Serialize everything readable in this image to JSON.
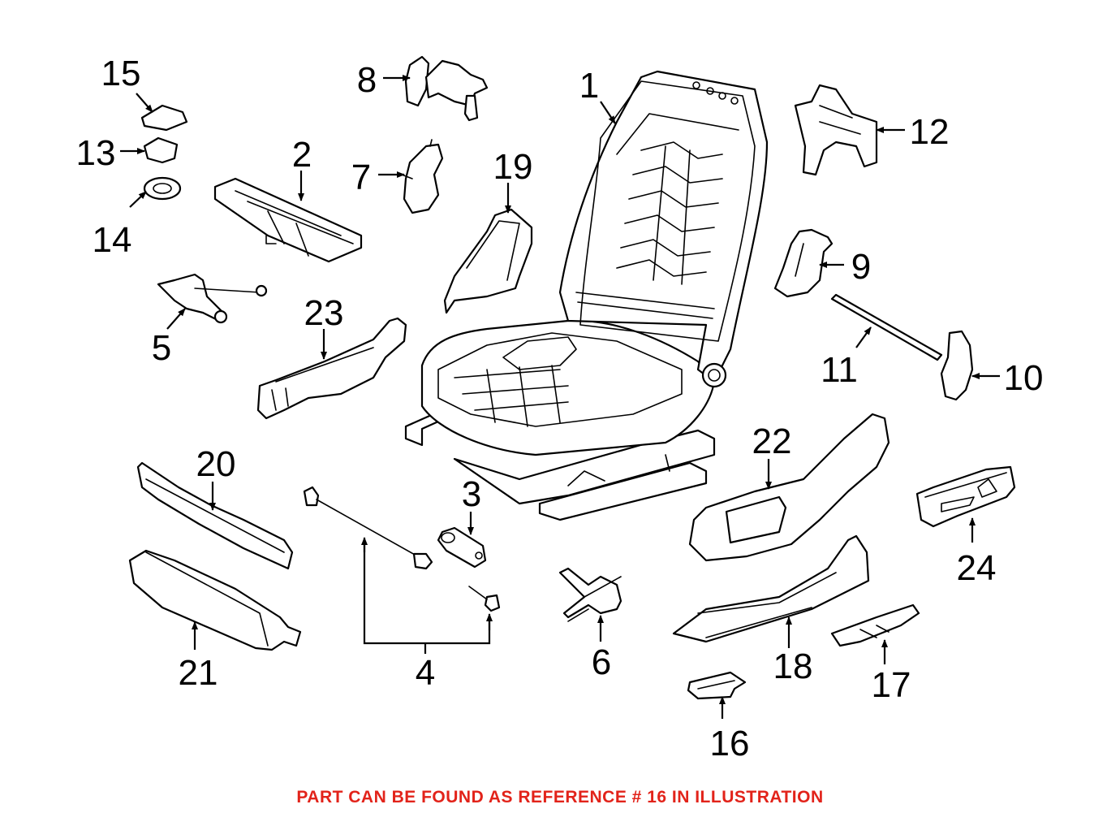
{
  "labels": {
    "n1": "1",
    "n2": "2",
    "n3": "3",
    "n4": "4",
    "n5": "5",
    "n6": "6",
    "n7": "7",
    "n8": "8",
    "n9": "9",
    "n10": "10",
    "n11": "11",
    "n12": "12",
    "n13": "13",
    "n14": "14",
    "n15": "15",
    "n16": "16",
    "n17": "17",
    "n18": "18",
    "n19": "19",
    "n20": "20",
    "n21": "21",
    "n22": "22",
    "n23": "23",
    "n24": "24"
  },
  "note": "PART CAN BE FOUND AS REFERENCE # 16 IN ILLUSTRATION",
  "colors": {
    "note": "#e2231a",
    "line": "#000000",
    "background": "#ffffff"
  }
}
